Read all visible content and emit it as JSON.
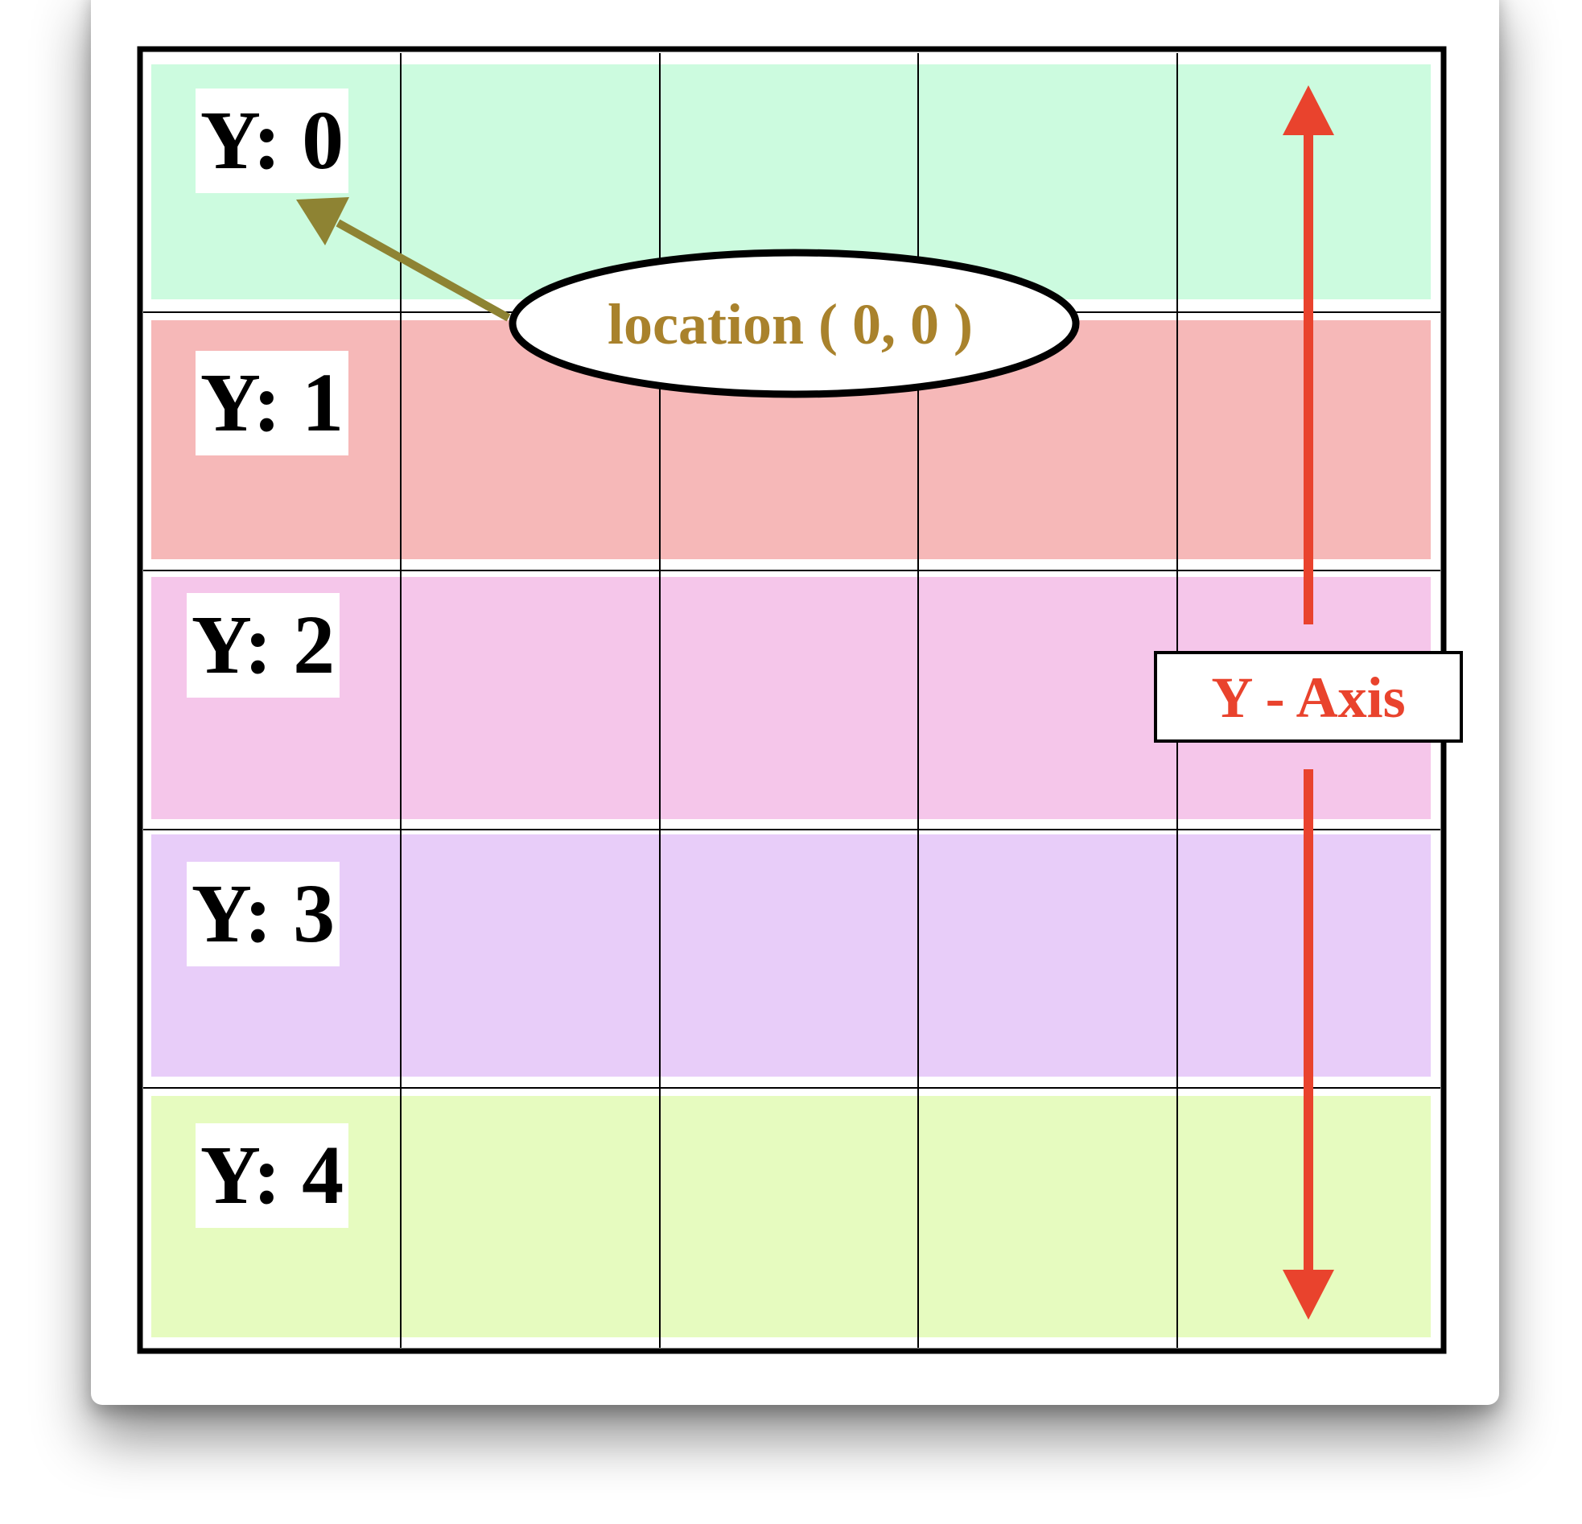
{
  "rows": [
    {
      "label": "Y: 0",
      "color": "#ccfbdf"
    },
    {
      "label": "Y: 1",
      "color": "#f6b8b8"
    },
    {
      "label": "Y: 2",
      "color": "#f5c6ea"
    },
    {
      "label": "Y: 3",
      "color": "#e8cdf9"
    },
    {
      "label": "Y: 4",
      "color": "#e6fbbf"
    }
  ],
  "callout": {
    "label": "location ( 0, 0 )",
    "text_color": "#a9822c",
    "arrow_color": "#8e8333"
  },
  "axis": {
    "label": "Y - Axis",
    "color": "#e9432d"
  }
}
